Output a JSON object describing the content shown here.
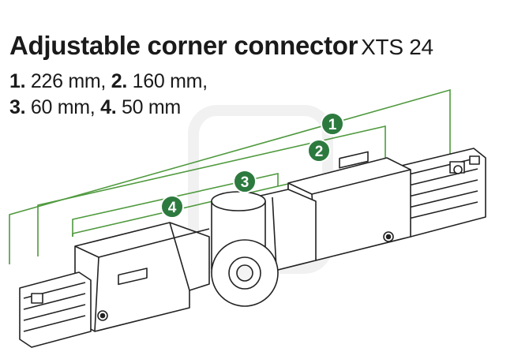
{
  "heading": {
    "bold": "Adjustable corner connector",
    "model": "XTS 24"
  },
  "dimensions": [
    {
      "number": "1.",
      "value": "226 mm,"
    },
    {
      "number": "2.",
      "value": "160 mm,"
    },
    {
      "number": "3.",
      "value": "60 mm,"
    },
    {
      "number": "4.",
      "value": "50 mm"
    }
  ],
  "markers": [
    "1",
    "2",
    "3",
    "4"
  ],
  "colors": {
    "dimension_line": "#4f9a3e",
    "badge_fill": "#2d7a3f",
    "outline": "#222222",
    "body_fill": "#ffffff",
    "watermark": "#f1f1f1"
  }
}
